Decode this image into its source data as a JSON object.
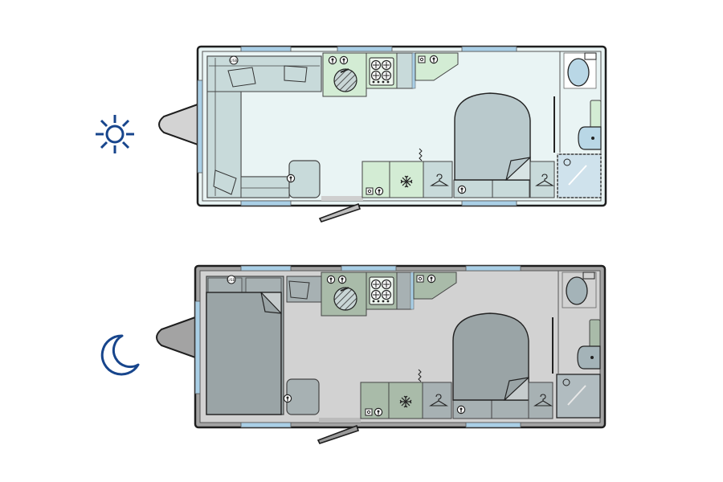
{
  "diagram": {
    "views": [
      {
        "id": "day",
        "mode_icon": "sun-icon",
        "layout": "day"
      },
      {
        "id": "night",
        "mode_icon": "moon-icon",
        "layout": "night"
      }
    ]
  },
  "colors": {
    "outline": "#1e1e1e",
    "day_floor": "#e9f4f4",
    "night_floor": "#d2d2d2",
    "night_shell": "#a3a3a3",
    "seating": "#c8dada",
    "seating_dark": "#a9bcbc",
    "kitchen": "#d3ecd4",
    "bed": "#b9c9cc",
    "window": "#a9cfe6",
    "icon_blue": "#17458c",
    "door": "#9a9a9a"
  }
}
